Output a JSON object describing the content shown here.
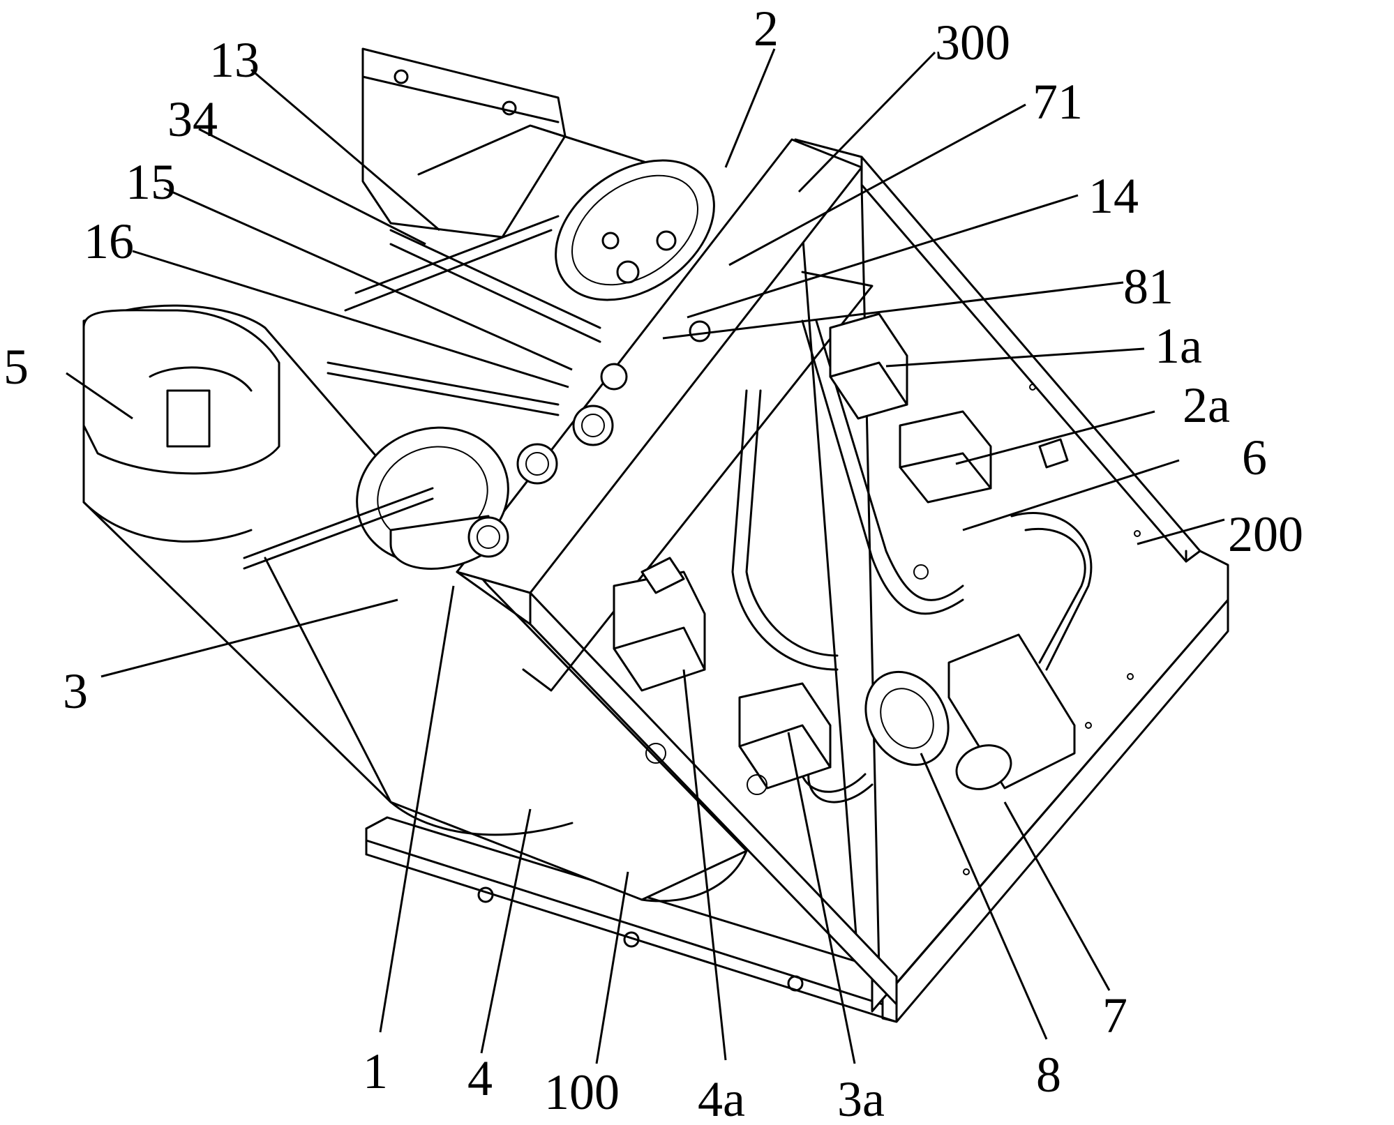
{
  "labels": {
    "l2": "2",
    "l300": "300",
    "l71": "71",
    "l13": "13",
    "l34": "34",
    "l15": "15",
    "l14": "14",
    "l16": "16",
    "l81": "81",
    "l5": "5",
    "l1a": "1a",
    "l2a": "2a",
    "l6": "6",
    "l200": "200",
    "l3": "3",
    "l1": "1",
    "l4": "4",
    "l100": "100",
    "l4a": "4a",
    "l3a": "3a",
    "l8": "8",
    "l7": "7"
  }
}
